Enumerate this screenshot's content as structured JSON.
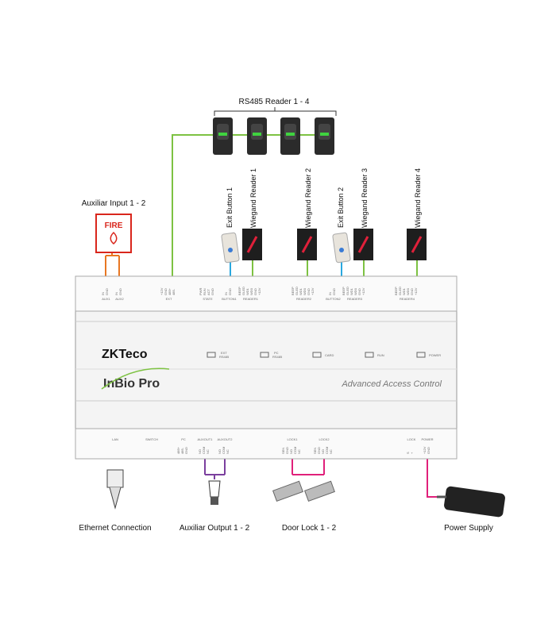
{
  "title_rs485": "RS485 Reader 1 - 4",
  "aux_input_label": "Auxiliar Input 1 - 2",
  "fire_label": "FIRE",
  "top_devices": [
    "Exit Button 1",
    "Wiegand Reader 1",
    "Wiegand Reader 2",
    "Exit Button 2",
    "Wiegand Reader 3",
    "Wiegand Reader 4"
  ],
  "top_groups": [
    "AUX1",
    "AUX2",
    "EXT",
    "STATE",
    "BUTTON1",
    "READER1",
    "READER2",
    "BUTTON2",
    "READER3",
    "READER4"
  ],
  "top_pins": {
    "aux1": [
      "IN",
      "GND"
    ],
    "aux2": [
      "IN",
      "GND"
    ],
    "ext": [
      "+12V",
      "GND",
      "485+",
      "485-"
    ],
    "state": [
      "PWR",
      "RUN",
      "ACT",
      "GND"
    ],
    "button1": [
      "IN",
      "GND"
    ],
    "reader1": [
      "BEEP",
      "GLED",
      "WD1",
      "WD0",
      "GND",
      "+12V"
    ],
    "reader2": [
      "BEEP",
      "GLED",
      "WD1",
      "WD0",
      "GND",
      "+12V"
    ],
    "button2": [
      "IN",
      "GND"
    ],
    "reader3": [
      "BEEP",
      "GLED",
      "WD1",
      "WD0",
      "GND",
      "+12V"
    ],
    "reader4": [
      "BEEP",
      "GLED",
      "WD1",
      "WD0",
      "GND",
      "+12V"
    ]
  },
  "leds": [
    {
      "line1": "EXT",
      "line2": "RS485"
    },
    {
      "line1": "PC",
      "line2": "RS485"
    },
    {
      "line1": "CARD",
      "line2": ""
    },
    {
      "line1": "RUN",
      "line2": ""
    },
    {
      "line1": "POWER",
      "line2": ""
    }
  ],
  "brand": {
    "logo": "ZKTeco",
    "model": "InBio Pro",
    "tagline": "Advanced Access Control"
  },
  "bottom_groups": [
    "LAN",
    "SWITCH",
    "PC",
    "AUXOUT1",
    "AUXOUT2",
    "LOCK1",
    "LOCK2",
    "LOCK",
    "POWER"
  ],
  "bottom_pins": {
    "pc": [
      "485+",
      "485-",
      "GND"
    ],
    "auxout1": [
      "NO",
      "COM",
      "NC"
    ],
    "auxout2": [
      "NO",
      "COM",
      "NC"
    ],
    "lock1": [
      "SEN",
      "GND",
      "NO",
      "COM",
      "NC"
    ],
    "lock2": [
      "SEN",
      "GND",
      "NO",
      "COM",
      "NC"
    ],
    "lock": [
      "S",
      "+"
    ],
    "power": [
      "+12V",
      "GND"
    ]
  },
  "bottom_labels": [
    "Ethernet Connection",
    "Auxiliar Output 1 - 2",
    "Door Lock 1 - 2",
    "Power Supply"
  ],
  "colors": {
    "green": "#7dc242",
    "blue": "#29a8df",
    "orange": "#e87722",
    "purple": "#7b3f9e",
    "pink": "#e0207a",
    "fire": "#d9261c"
  }
}
